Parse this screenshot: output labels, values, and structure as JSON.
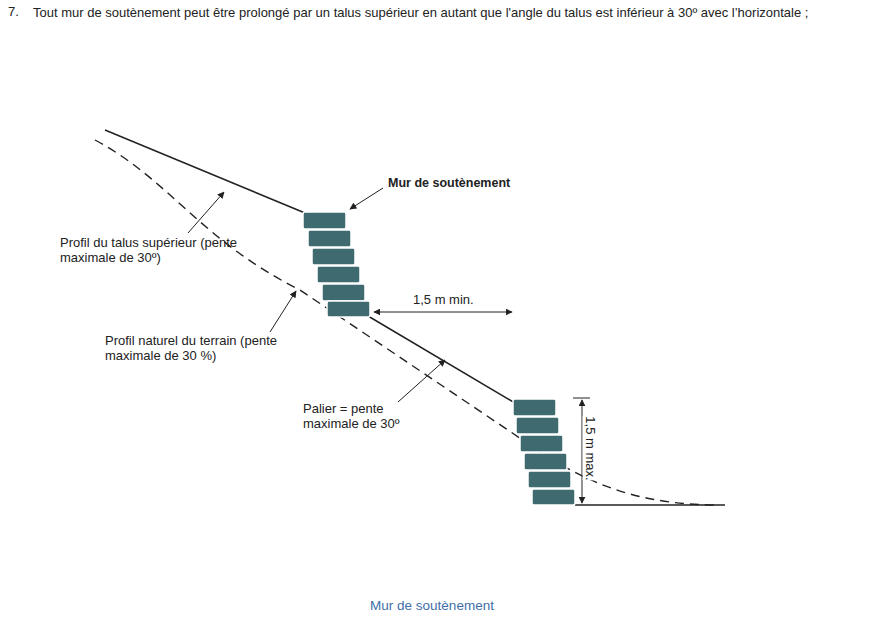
{
  "diagram": {
    "caption": "Mur de soutènement",
    "labels": [
      "7.",
      "Tout mur de soutènement peut être prolongé par un talus supérieur en autant que l'angle du talus est inférieur à 30º avec l’horizontale ;",
      "Mur de soutènement",
      "Profil du talus supérieur (pente maximale de 30º)",
      "Profil naturel du terrain (pente maximale de 30 %)",
      "1,5 m min.",
      "Palier = pente maximale de 30º",
      "1,5 m max."
    ]
  }
}
